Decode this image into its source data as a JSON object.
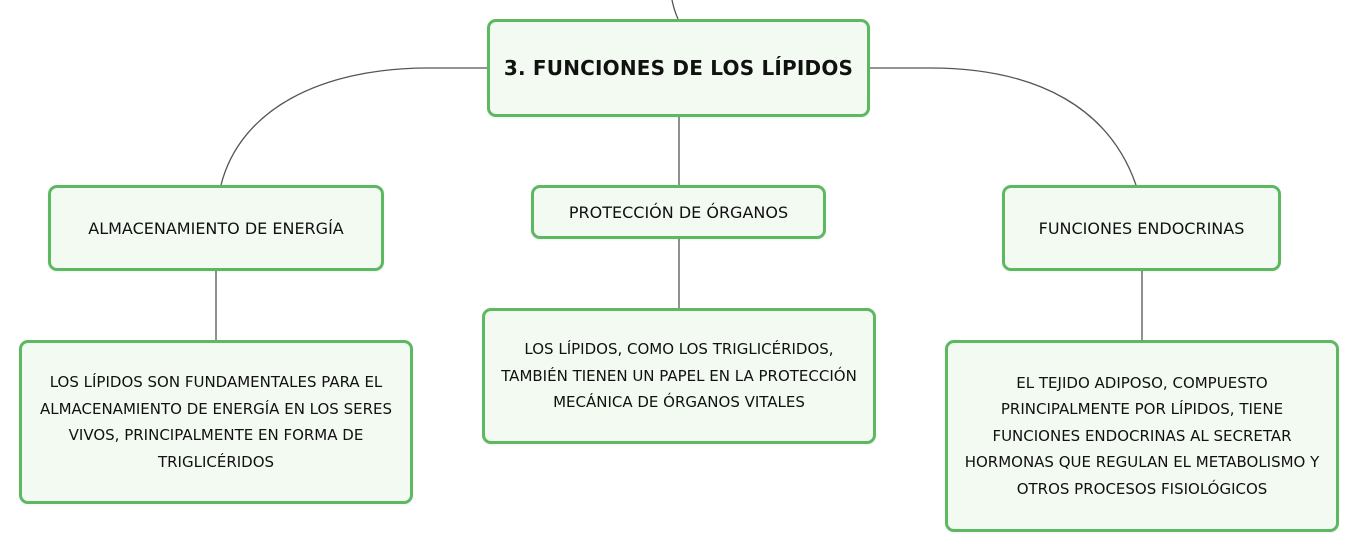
{
  "map": {
    "root": {
      "label": "3. FUNCIONES DE LOS LÍPIDOS"
    },
    "branches": [
      {
        "label": "ALMACENAMIENTO DE ENERGÍA",
        "detail": "LOS LÍPIDOS SON FUNDAMENTALES PARA EL ALMACENAMIENTO DE ENERGÍA EN LOS SERES VIVOS, PRINCIPALMENTE EN FORMA DE TRIGLICÉRIDOS"
      },
      {
        "label": "PROTECCIÓN DE ÓRGANOS",
        "detail": "LOS LÍPIDOS, COMO LOS TRIGLICÉRIDOS, TAMBIÉN TIENEN UN PAPEL EN LA PROTECCIÓN MECÁNICA DE ÓRGANOS VITALES"
      },
      {
        "label": "FUNCIONES ENDOCRINAS",
        "detail": "EL TEJIDO ADIPOSO, COMPUESTO PRINCIPALMENTE POR LÍPIDOS, TIENE FUNCIONES ENDOCRINAS AL SECRETAR HORMONAS QUE REGULAN EL METABOLISMO Y OTROS PROCESOS FISIOLÓGICOS"
      }
    ]
  },
  "colors": {
    "node_border": "#5cb861",
    "node_fill": "#f3faf2",
    "connector": "#555555"
  }
}
